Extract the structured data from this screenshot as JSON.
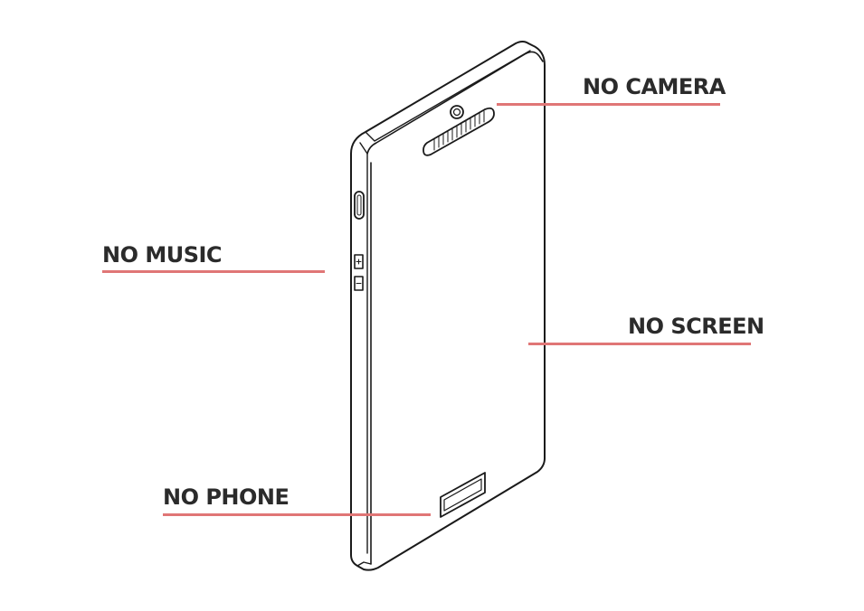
{
  "theme": {
    "label_color": "#2b2b2b",
    "callout_color": "#e07676",
    "outline_color": "#1a1a1a"
  },
  "device": {
    "icons": [
      "phone-outline-icon",
      "camera-lens-icon",
      "speaker-grille-icon",
      "side-slot-icon",
      "plus-icon",
      "minus-icon",
      "bottom-port-icon"
    ]
  },
  "callouts": {
    "camera": "NO CAMERA",
    "music": "NO MUSIC",
    "screen": "NO SCREEN",
    "phone": "NO PHONE"
  }
}
